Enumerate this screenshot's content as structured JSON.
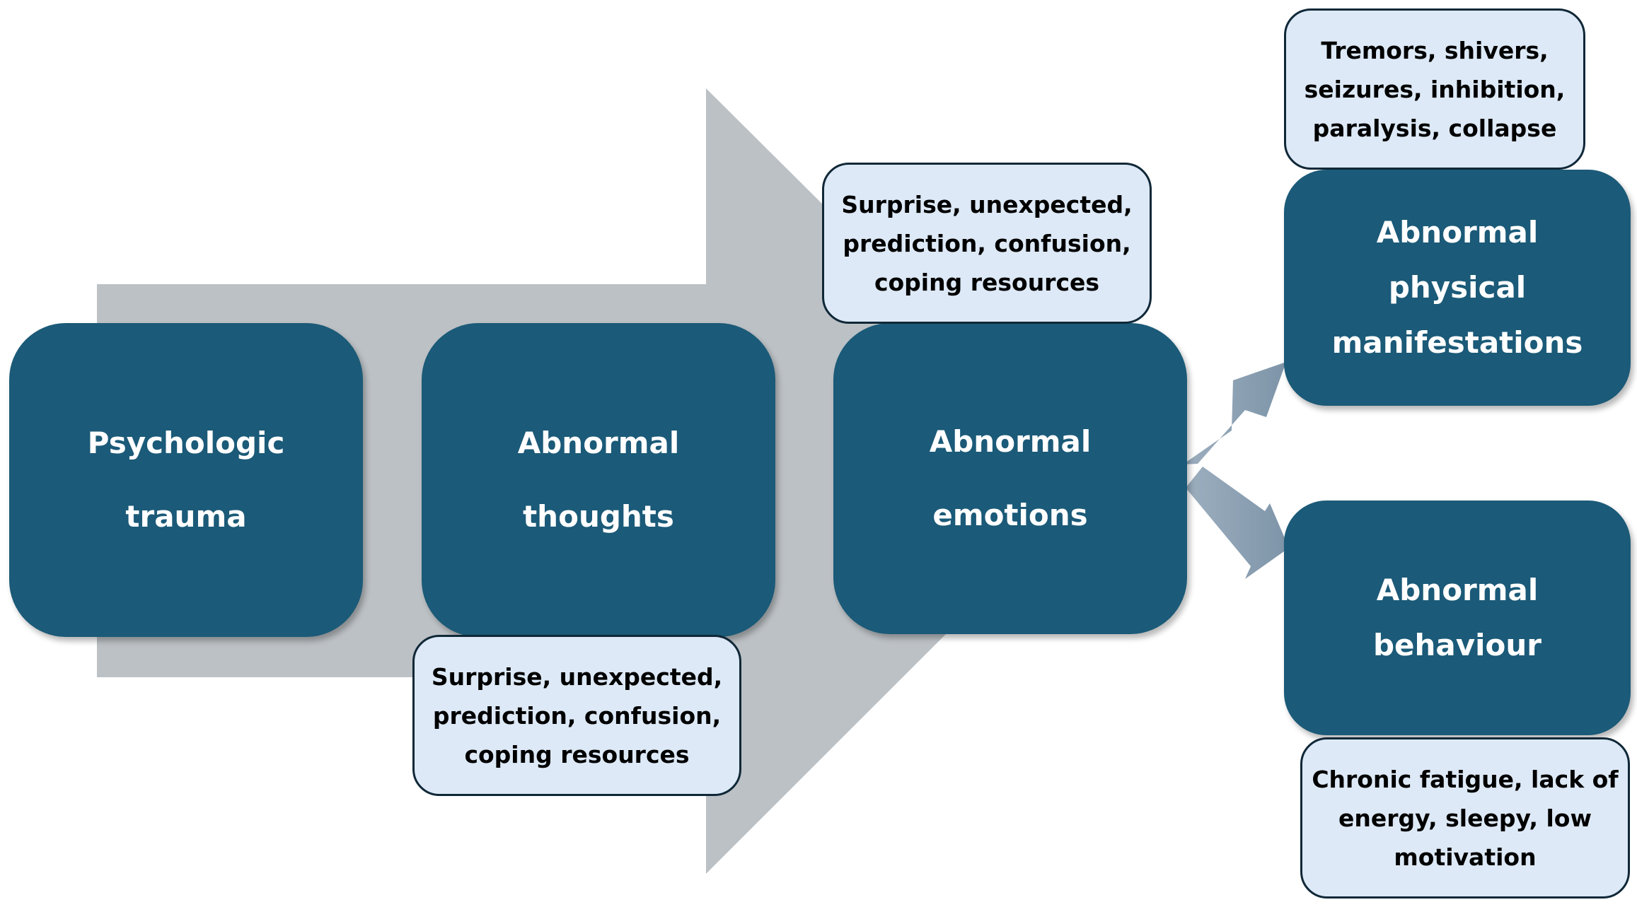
{
  "colors": {
    "node_fill": "#1b5a78",
    "note_fill": "#dde9f6",
    "note_border": "#102838",
    "big_arrow": "#bcc1c5",
    "small_arrow": "#8fa4b6"
  },
  "nodes": {
    "trauma": {
      "lines": [
        "Psychologic",
        "trauma"
      ]
    },
    "thoughts": {
      "lines": [
        "Abnormal",
        "thoughts"
      ]
    },
    "emotions": {
      "lines": [
        "Abnormal",
        "emotions"
      ]
    },
    "physical": {
      "lines": [
        "Abnormal",
        "physical",
        "manifestations"
      ]
    },
    "behaviour": {
      "lines": [
        "Abnormal",
        "behaviour"
      ]
    }
  },
  "notes": {
    "thoughts_note": {
      "lines": [
        "Surprise, unexpected,",
        "prediction, confusion,",
        "coping resources"
      ]
    },
    "emotions_note": {
      "lines": [
        "Surprise, unexpected,",
        "prediction, confusion,",
        "coping resources"
      ]
    },
    "physical_note": {
      "lines": [
        "Tremors, shivers,",
        "seizures, inhibition,",
        "paralysis, collapse"
      ]
    },
    "behaviour_note": {
      "lines": [
        "Chronic fatigue, lack of",
        "energy, sleepy, low",
        "motivation"
      ]
    }
  }
}
